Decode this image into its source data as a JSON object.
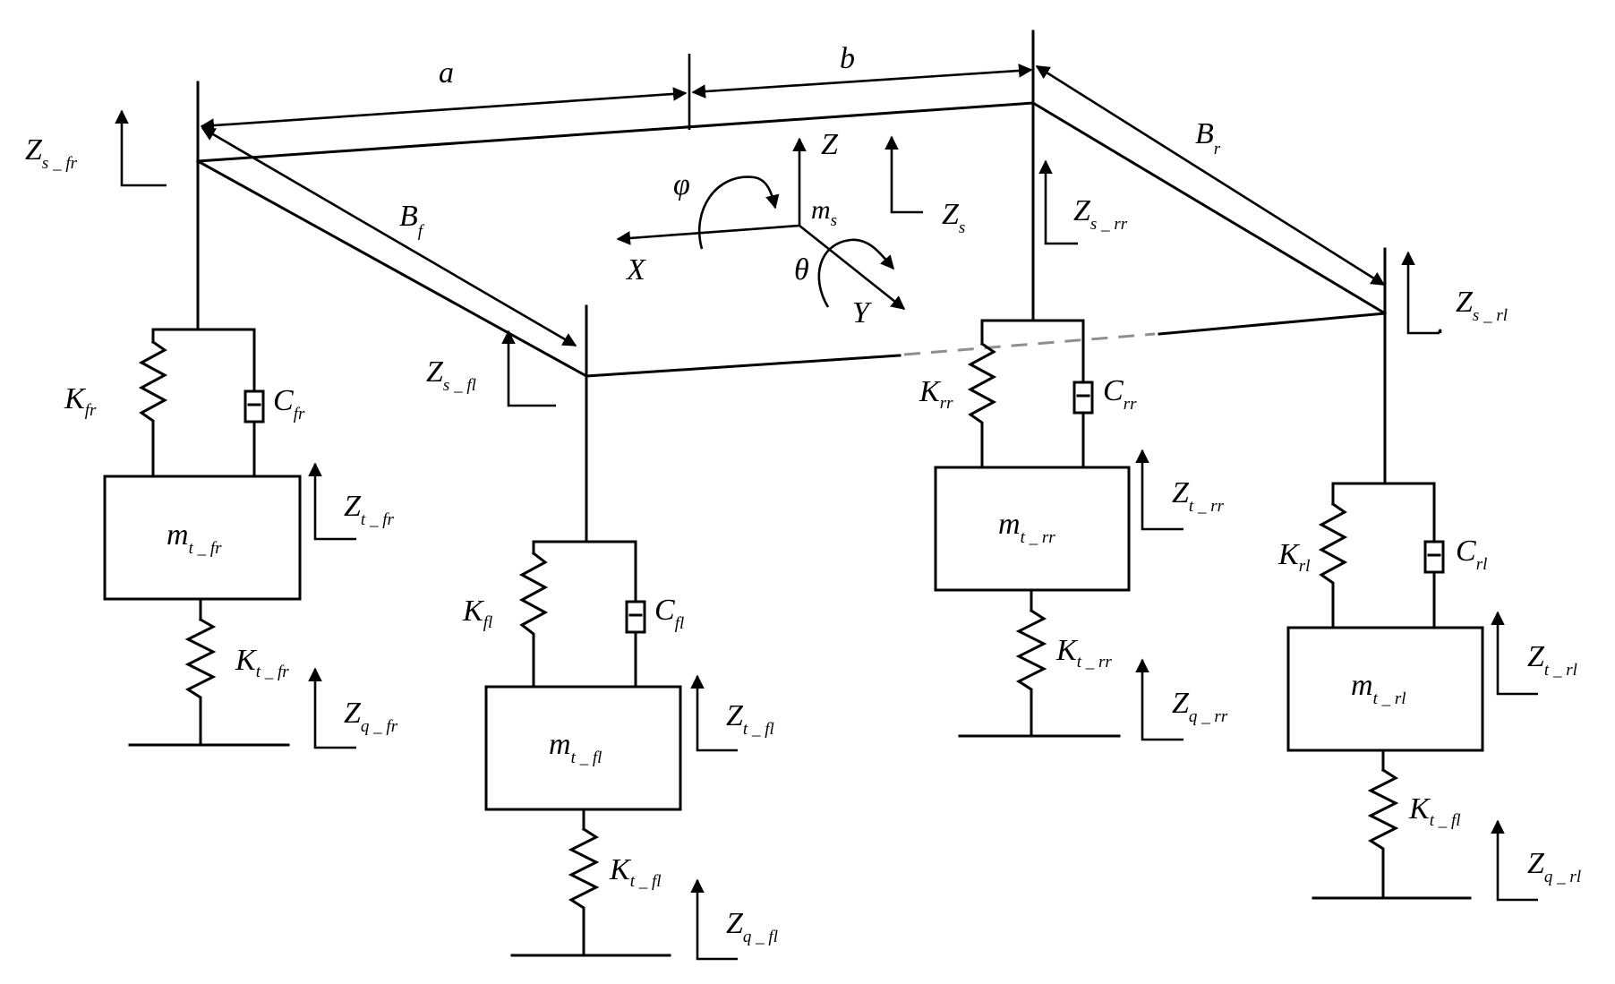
{
  "diagram": {
    "dimensions": {
      "a": "a",
      "b": "b",
      "bf": "B",
      "bf_sub": "f",
      "br": "B",
      "br_sub": "r"
    },
    "axes": {
      "x": "X",
      "y": "Y",
      "z": "Z",
      "phi": "φ",
      "theta": "θ",
      "mass": "m",
      "mass_sub": "s"
    },
    "sprung_displacements": {
      "zs": {
        "main": "Z",
        "sub": "s"
      },
      "zs_fr": {
        "main": "Z",
        "sub": "s _ fr"
      },
      "zs_fl": {
        "main": "Z",
        "sub": "s _ fl"
      },
      "zs_rr": {
        "main": "Z",
        "sub": "s _ rr"
      },
      "zs_rl": {
        "main": "Z",
        "sub": "s _ rl"
      }
    },
    "corners": {
      "fr": {
        "k": "K",
        "k_sub": "fr",
        "c": "C",
        "c_sub": "fr",
        "m": "m",
        "m_sub": "t _ fr",
        "kt": "K",
        "kt_sub": "t _ fr",
        "zt": "Z",
        "zt_sub": "t _ fr",
        "zq": "Z",
        "zq_sub": "q _ fr"
      },
      "fl": {
        "k": "K",
        "k_sub": "fl",
        "c": "C",
        "c_sub": "fl",
        "m": "m",
        "m_sub": "t _ fl",
        "kt": "K",
        "kt_sub": "t _ fl",
        "zt": "Z",
        "zt_sub": "t _ fl",
        "zq": "Z",
        "zq_sub": "q _ fl"
      },
      "rr": {
        "k": "K",
        "k_sub": "rr",
        "c": "C",
        "c_sub": "rr",
        "m": "m",
        "m_sub": "t _ rr",
        "kt": "K",
        "kt_sub": "t _ rr",
        "zt": "Z",
        "zt_sub": "t _ rr",
        "zq": "Z",
        "zq_sub": "q _ rr"
      },
      "rl": {
        "k": "K",
        "k_sub": "rl",
        "c": "C",
        "c_sub": "rl",
        "m": "m",
        "m_sub": "t _ rl",
        "kt": "K",
        "kt_sub": "t _ fl",
        "zt": "Z",
        "zt_sub": "t _ rl",
        "zq": "Z",
        "zq_sub": "q _ rl"
      }
    }
  }
}
